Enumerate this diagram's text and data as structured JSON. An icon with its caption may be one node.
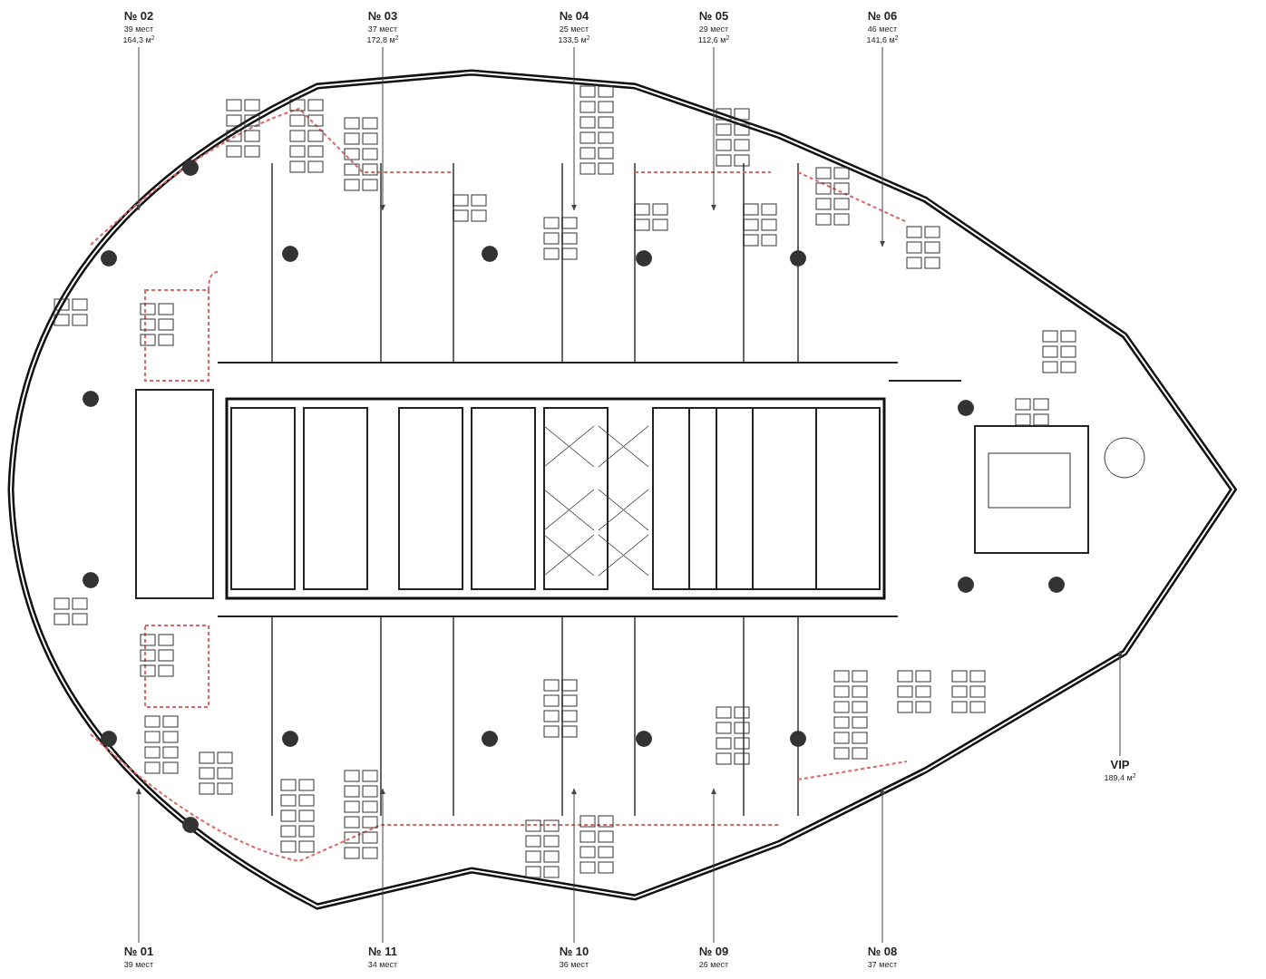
{
  "diagram": {
    "nodes": [
      {
        "text": [
          "№ 02",
          "39 мест",
          "164,3 м$^{2}$"
        ]
      },
      {
        "text": [
          "№ 03",
          "37 мест",
          "172,8 м$^{2}$"
        ]
      },
      {
        "text": [
          "№ 04",
          "25 мест",
          "133,5 м$^{2}$"
        ]
      },
      {
        "text": [
          "№ 05",
          "29 мест",
          "112,6 м$^{2}$"
        ]
      },
      {
        "text": [
          "№ 06",
          "46 мест",
          "141,6 м$^{2}$"
        ]
      },
      {
        "text": [
          "VIP",
          "189,4 м$^{2}$"
        ]
      },
      {
        "text": [
          "№ 01",
          "39 мест"
        ]
      },
      {
        "text": [
          "№ 11",
          "34 мест"
        ]
      },
      {
        "text": [
          "№ 10",
          "36 мест"
        ]
      },
      {
        "text": [
          "№ 09",
          "26 мест"
        ]
      },
      {
        "text": [
          "№ 08",
          "37 мест"
        ]
      }
    ],
    "edges": [
      {
        "from": 0,
        "to": null,
        "arrow": "to"
      },
      {
        "from": 1,
        "to": null,
        "arrow": "to"
      },
      {
        "from": 2,
        "to": null,
        "arrow": "to"
      },
      {
        "from": 3,
        "to": null,
        "arrow": "to"
      },
      {
        "from": 4,
        "to": null,
        "arrow": "to"
      },
      {
        "from": 5,
        "to": null,
        "arrow": "to"
      },
      {
        "from": 6,
        "to": null,
        "arrow": "to"
      },
      {
        "from": 7,
        "to": null,
        "arrow": "to"
      },
      {
        "from": 8,
        "to": null,
        "arrow": "to"
      },
      {
        "from": 9,
        "to": null,
        "arrow": "to"
      },
      {
        "from": 10,
        "to": null,
        "arrow": "to"
      }
    ]
  }
}
